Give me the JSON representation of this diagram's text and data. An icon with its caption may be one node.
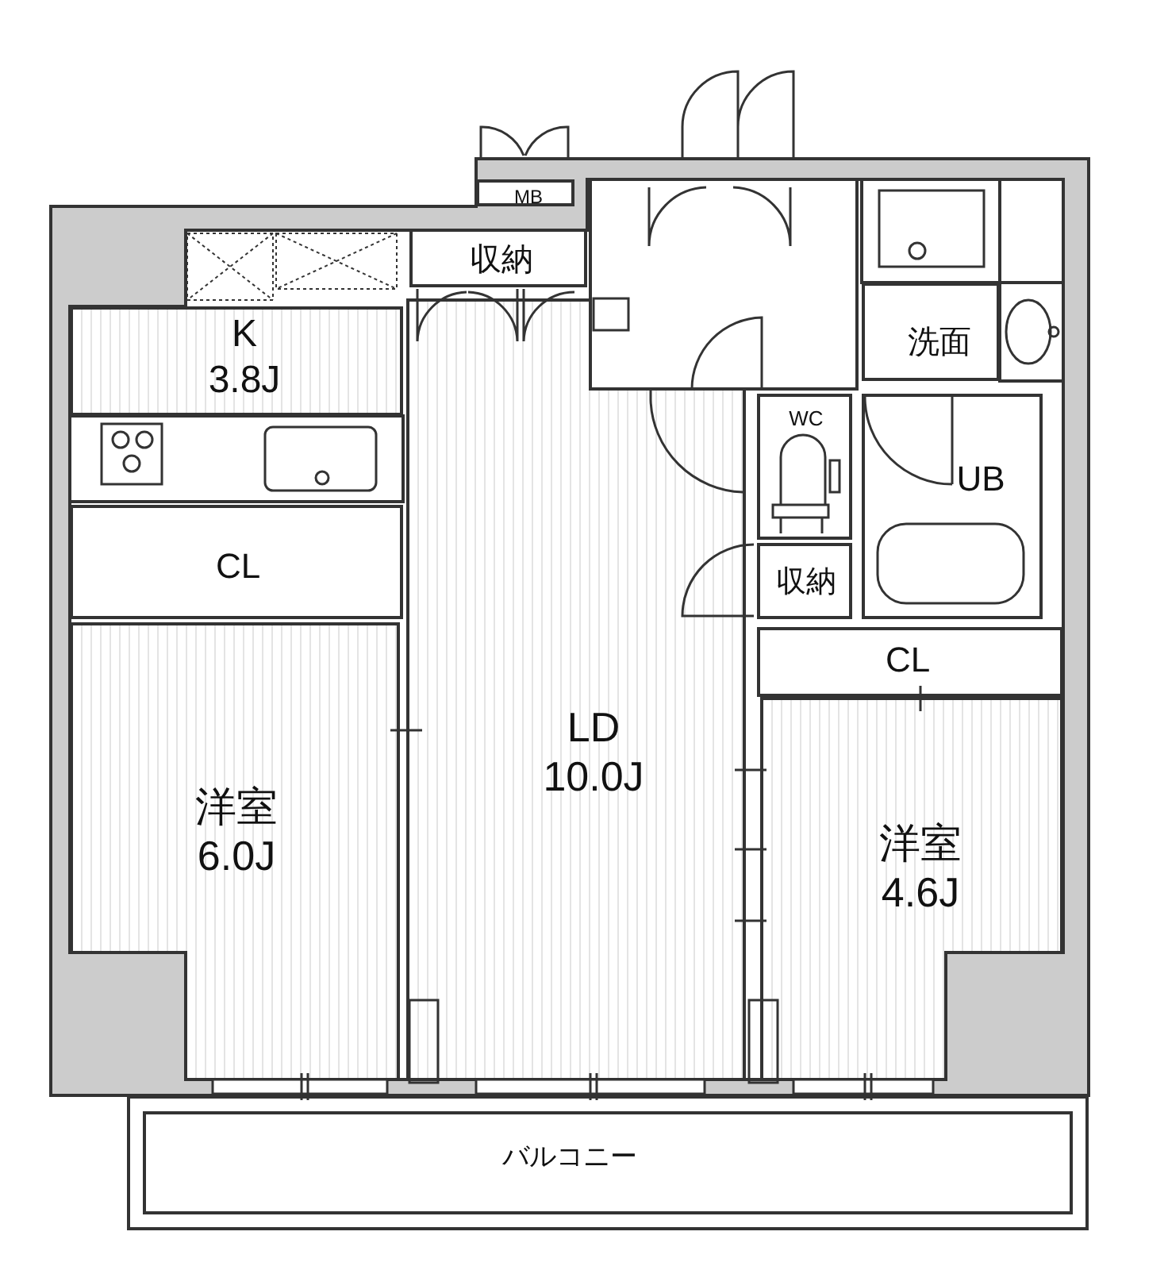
{
  "diagram": {
    "nodes": [
      {
        "text": [
          "MB"
        ]
      },
      {
        "text": [
          "収納"
        ]
      },
      {
        "text": [
          "洗面"
        ]
      },
      {
        "text": [
          "K 3.8J"
        ]
      },
      {
        "text": [
          "WC"
        ]
      },
      {
        "text": [
          "UB"
        ]
      },
      {
        "text": [
          "CL"
        ]
      },
      {
        "text": [
          "収納"
        ]
      },
      {
        "text": [
          "CL"
        ]
      },
      {
        "text": [
          "LD 10.0J"
        ]
      },
      {
        "text": [
          "洋室 6.0J"
        ]
      },
      {
        "text": [
          "洋室 4.6J"
        ]
      },
      {
        "text": [
          "バルコニー"
        ]
      }
    ]
  }
}
